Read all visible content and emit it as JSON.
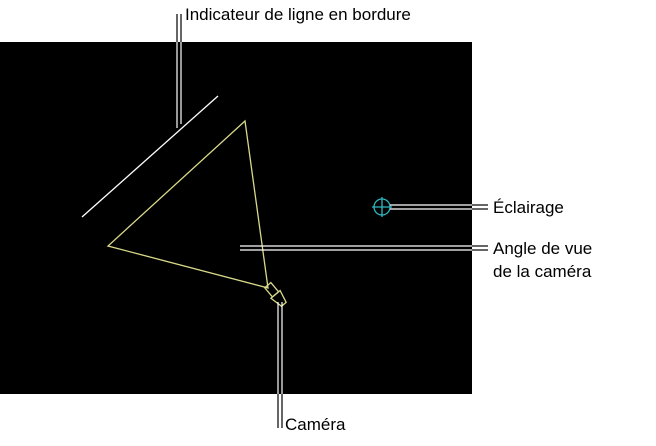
{
  "callouts": {
    "border_indicator": "Indicateur de ligne en bordure",
    "lighting": "Éclairage",
    "view_angle_line1": "Angle de vue",
    "view_angle_line2": "de la caméra",
    "camera": "Caméra"
  },
  "icons": {
    "light": "crosshair-circle-icon",
    "camera": "camera-body-icon"
  },
  "colors": {
    "viewport_background": "#000000",
    "frustum_outline": "#d9d98a",
    "light_icon": "#2fb8c4",
    "callout_line": "#000000",
    "indicator_line": "#ffffff"
  }
}
